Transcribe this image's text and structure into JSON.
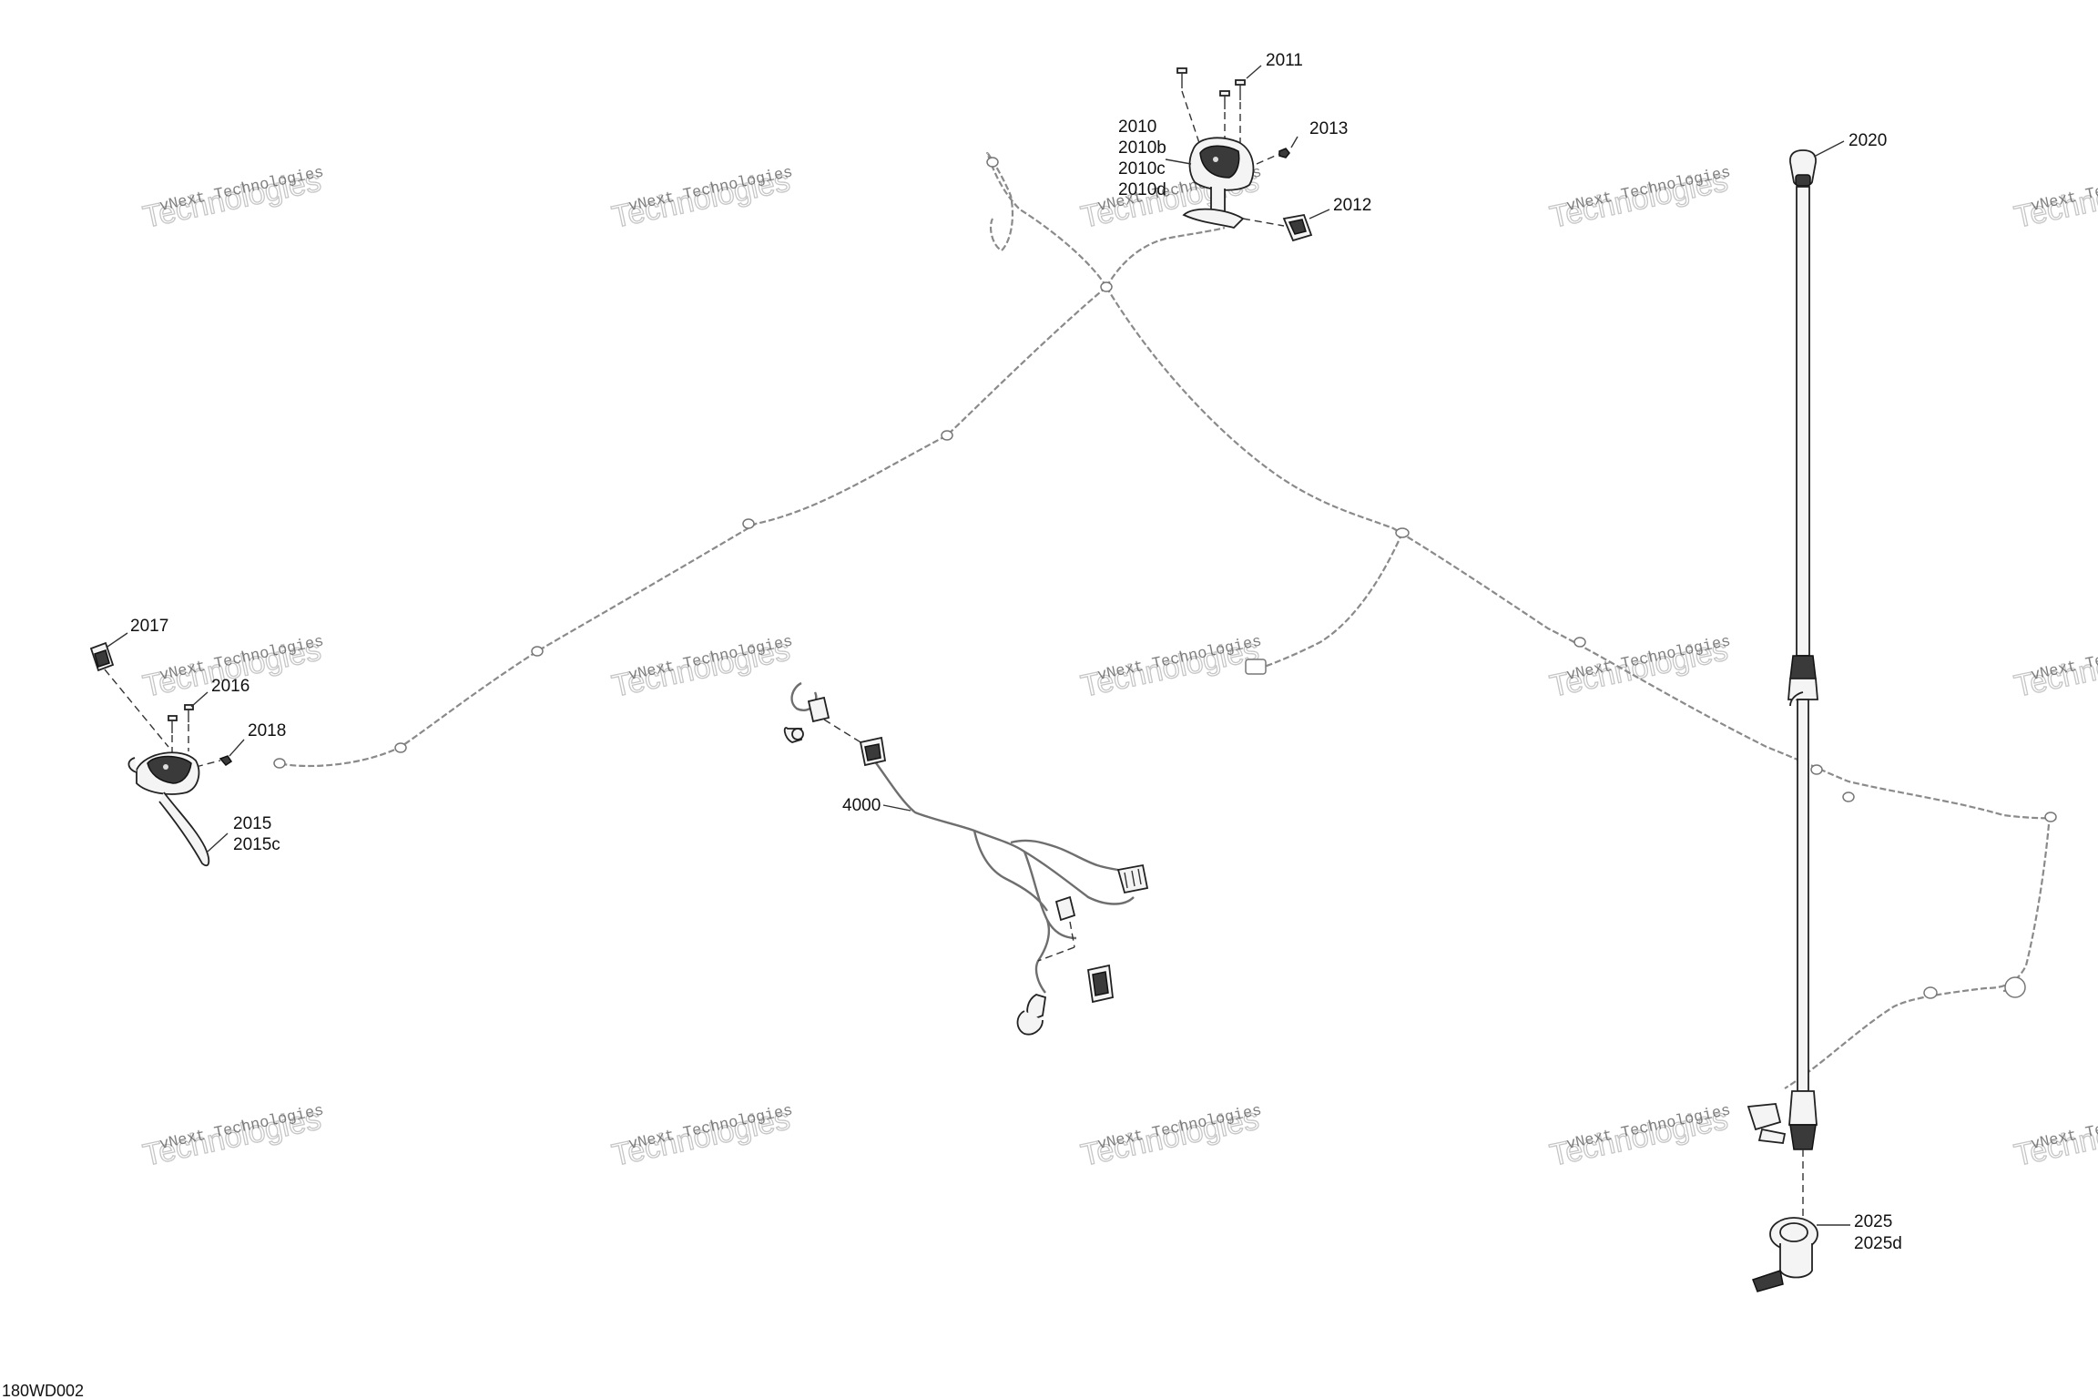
{
  "watermark": {
    "line1": "vNext Technologies",
    "line2": "Technologies",
    "line0": "vNext"
  },
  "figure_ref": "180WD002",
  "callouts": {
    "c2011": "2011",
    "c2010": "2010",
    "c2010b": "2010b",
    "c2010c": "2010c",
    "c2010d": "2010d",
    "c2013": "2013",
    "c2012": "2012",
    "c2020": "2020",
    "c2017": "2017",
    "c2016": "2016",
    "c2018": "2018",
    "c2015": "2015",
    "c2015c": "2015c",
    "c4000": "4000",
    "c2025": "2025",
    "c2025d": "2025d"
  }
}
